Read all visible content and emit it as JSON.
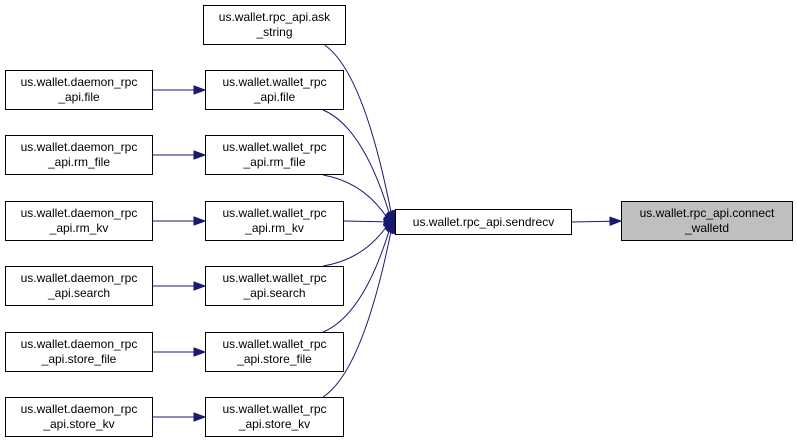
{
  "colors": {
    "edge": "#191970",
    "highlight_fill": "#bfbfbf",
    "node_border": "#000000"
  },
  "nodes": {
    "ask_string": {
      "l1": "us.wallet.rpc_api.ask",
      "l2": "_string"
    },
    "wallet_file": {
      "l1": "us.wallet.wallet_rpc",
      "l2": "_api.file"
    },
    "wallet_rm_file": {
      "l1": "us.wallet.wallet_rpc",
      "l2": "_api.rm_file"
    },
    "wallet_rm_kv": {
      "l1": "us.wallet.wallet_rpc",
      "l2": "_api.rm_kv"
    },
    "wallet_search": {
      "l1": "us.wallet.wallet_rpc",
      "l2": "_api.search"
    },
    "wallet_store_file": {
      "l1": "us.wallet.wallet_rpc",
      "l2": "_api.store_file"
    },
    "wallet_store_kv": {
      "l1": "us.wallet.wallet_rpc",
      "l2": "_api.store_kv"
    },
    "daemon_file": {
      "l1": "us.wallet.daemon_rpc",
      "l2": "_api.file"
    },
    "daemon_rm_file": {
      "l1": "us.wallet.daemon_rpc",
      "l2": "_api.rm_file"
    },
    "daemon_rm_kv": {
      "l1": "us.wallet.daemon_rpc",
      "l2": "_api.rm_kv"
    },
    "daemon_search": {
      "l1": "us.wallet.daemon_rpc",
      "l2": "_api.search"
    },
    "daemon_store_file": {
      "l1": "us.wallet.daemon_rpc",
      "l2": "_api.store_file"
    },
    "daemon_store_kv": {
      "l1": "us.wallet.daemon_rpc",
      "l2": "_api.store_kv"
    },
    "sendrecv": {
      "l1": "us.wallet.rpc_api.sendrecv"
    },
    "connect_walletd": {
      "l1": "us.wallet.rpc_api.connect",
      "l2": "_walletd"
    }
  },
  "edges": [
    {
      "from": "ask_string",
      "to": "sendrecv"
    },
    {
      "from": "wallet_file",
      "to": "sendrecv"
    },
    {
      "from": "wallet_rm_file",
      "to": "sendrecv"
    },
    {
      "from": "wallet_rm_kv",
      "to": "sendrecv"
    },
    {
      "from": "wallet_search",
      "to": "sendrecv"
    },
    {
      "from": "wallet_store_file",
      "to": "sendrecv"
    },
    {
      "from": "wallet_store_kv",
      "to": "sendrecv"
    },
    {
      "from": "daemon_file",
      "to": "wallet_file"
    },
    {
      "from": "daemon_rm_file",
      "to": "wallet_rm_file"
    },
    {
      "from": "daemon_rm_kv",
      "to": "wallet_rm_kv"
    },
    {
      "from": "daemon_search",
      "to": "wallet_search"
    },
    {
      "from": "daemon_store_file",
      "to": "wallet_store_file"
    },
    {
      "from": "daemon_store_kv",
      "to": "wallet_store_kv"
    },
    {
      "from": "sendrecv",
      "to": "connect_walletd"
    }
  ]
}
